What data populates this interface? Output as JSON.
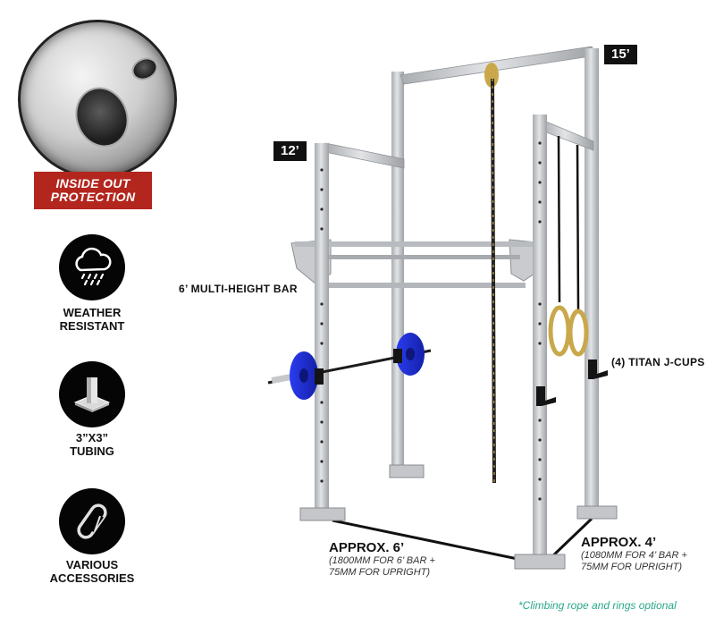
{
  "features": {
    "protection_line1": "INSIDE OUT",
    "protection_line2": "PROTECTION",
    "weather_line1": "WEATHER",
    "weather_line2": "RESISTANT",
    "tubing_line1": "3”X3”",
    "tubing_line2": "TUBING",
    "accessories_line1": "VARIOUS",
    "accessories_line2": "ACCESSORIES"
  },
  "height_tags": {
    "tall": "15’",
    "short": "12’"
  },
  "callouts": {
    "multi_height_bar": "6’ MULTI-HEIGHT BAR",
    "jcups": "(4) TITAN J-CUPS"
  },
  "dimensions": {
    "width_main": "APPROX. 6’",
    "width_sub1": "(1800MM FOR 6’ BAR +",
    "width_sub2": "75MM FOR UPRIGHT)",
    "depth_main": "APPROX. 4’",
    "depth_sub1": "(1080MM FOR 4’ BAR +",
    "depth_sub2": "75MM FOR UPRIGHT)"
  },
  "note": "*Climbing rope and rings optional",
  "icons": [
    "rain-cloud-icon",
    "base-plate-icon",
    "carabiner-icon"
  ],
  "colors": {
    "label_red": "#b3261e",
    "plate_blue": "#1d2fd6",
    "steel": "#c7c9cc",
    "note_teal": "#2aa88a"
  }
}
